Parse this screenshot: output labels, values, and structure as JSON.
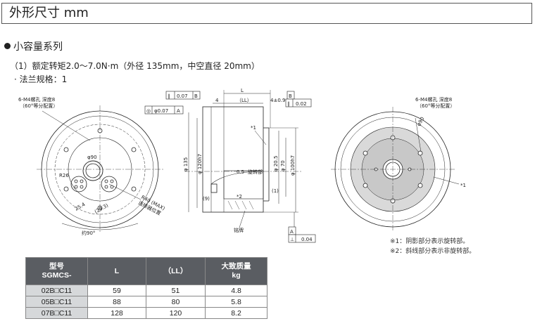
{
  "page": {
    "title": "外形尺寸 mm"
  },
  "section": {
    "heading": "小容量系列",
    "subtitle": "（1）额定转矩2.0～7.0N·m（外径 135mm，中空直径 20mm）",
    "flange": "· 法兰规格：1"
  },
  "drawing": {
    "front": {
      "hole_note_1": "6-M4螺孔 深度8",
      "hole_note_2": "（60°等分配置）",
      "dim_d90": "φ90",
      "dim_r26": "R26",
      "dim_r40": "R40 (MAX)",
      "dim_r40_note": "连接器位置",
      "dim_254": "25.4",
      "dim_293": "(29.3)",
      "angle": "约90°"
    },
    "side": {
      "tol_007_b": "0.07",
      "ref_b": "B",
      "tol_d007_a": "φ0.07",
      "ref_a": "A",
      "dim_l": "L",
      "dim_ll": "（LL）",
      "dim_4": "4",
      "dim_4pm": "4±0.9",
      "ref_b2": "B",
      "tol_002": "0.02",
      "dim_135": "φ 135",
      "dim_120h7": "φ 120h7",
      "dim_205": "φ 20.5",
      "dim_70": "φ 70",
      "dim_100h7": "φ 100h7",
      "dim_05": "0.5",
      "label_rotate": "旋转部",
      "dim_9": "(9)",
      "dim_1": "(1)",
      "mark_1": "*1",
      "mark_2": "*2",
      "nameplate": "铭牌",
      "ref_a2": "A",
      "tol_004": "0.04"
    },
    "rear": {
      "hole_note_1": "6-M4螺孔 深度8",
      "hole_note_2": "（60°等分配置）",
      "dim_d90": "φ90",
      "mark_1": "*1"
    }
  },
  "notes": [
    "※1：阴影部分表示旋转部。",
    "※2：斜线部分表示非旋转部。"
  ],
  "table": {
    "headers": [
      "型号\nSGMCS-",
      "L",
      "（LL）",
      "大致质量\nkg"
    ],
    "rows": [
      [
        "02B□C11",
        "59",
        "51",
        "4.8"
      ],
      [
        "05B□C11",
        "88",
        "80",
        "5.8"
      ],
      [
        "07B□C11",
        "128",
        "120",
        "8.2"
      ]
    ]
  }
}
